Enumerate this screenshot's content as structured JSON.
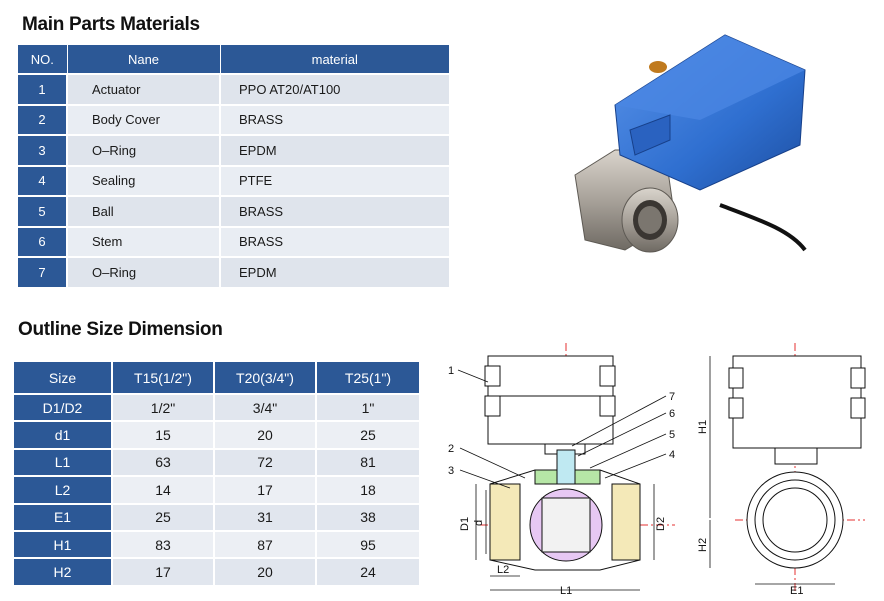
{
  "materials": {
    "title": "Main Parts Materials",
    "headers": [
      "NO.",
      "Nane",
      "material"
    ],
    "rows": [
      {
        "no": "1",
        "name": "Actuator",
        "material": "PPO AT20/AT100"
      },
      {
        "no": "2",
        "name": "Body Cover",
        "material": "BRASS"
      },
      {
        "no": "3",
        "name": "O–Ring",
        "material": "EPDM"
      },
      {
        "no": "4",
        "name": "Sealing",
        "material": "PTFE"
      },
      {
        "no": "5",
        "name": "Ball",
        "material": "BRASS"
      },
      {
        "no": "6",
        "name": "Stem",
        "material": "BRASS"
      },
      {
        "no": "7",
        "name": "O–Ring",
        "material": "EPDM"
      }
    ]
  },
  "dimensions": {
    "title": "Outline Size Dimension",
    "headers": [
      "Size",
      "T15(1/2\")",
      "T20(3/4\")",
      "T25(1\")"
    ],
    "rows": [
      {
        "label": "D1/D2",
        "values": [
          "1/2\"",
          "3/4\"",
          "1\""
        ]
      },
      {
        "label": "d1",
        "values": [
          "15",
          "20",
          "25"
        ]
      },
      {
        "label": "L1",
        "values": [
          "63",
          "72",
          "81"
        ]
      },
      {
        "label": "L2",
        "values": [
          "14",
          "17",
          "18"
        ]
      },
      {
        "label": "E1",
        "values": [
          "25",
          "31",
          "38"
        ]
      },
      {
        "label": "H1",
        "values": [
          "83",
          "87",
          "95"
        ]
      },
      {
        "label": "H2",
        "values": [
          "17",
          "20",
          "24"
        ]
      }
    ]
  },
  "drawing": {
    "callouts": [
      "1",
      "2",
      "3",
      "4",
      "5",
      "6",
      "7"
    ],
    "dims": {
      "d1": "D1",
      "d": "d",
      "d2": "D2",
      "l2": "L2",
      "l1": "L1",
      "h1": "H1",
      "h2": "H2",
      "e1": "E1"
    }
  },
  "colors": {
    "header_blue": "#2c5896",
    "actuator_blue": "#2f6fd0",
    "stainless": "#a8a29a"
  }
}
